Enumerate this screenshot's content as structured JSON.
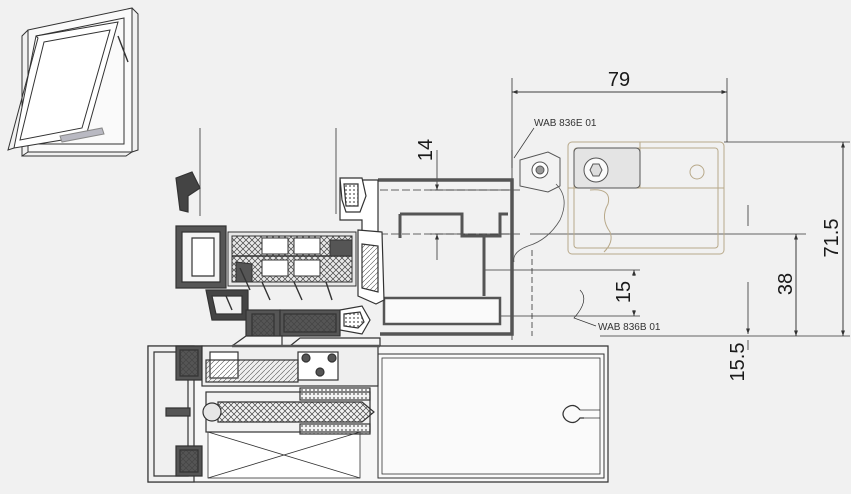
{
  "diagram": {
    "dimensions": {
      "width_top": "79",
      "gap_14": "14",
      "offset_15": "15",
      "offset_15_5": "15.5",
      "height_38": "38",
      "height_71_5": "71.5"
    },
    "callouts": {
      "top": "WAB 836E 01",
      "bottom": "WAB 836B 01"
    },
    "colors": {
      "background": "#f1f1f1",
      "stroke": "#333333",
      "dark_profile": "#555555",
      "insulation": "#9a9a9a",
      "bracket": "#b8a98a",
      "hatch": "#6b6b6b"
    },
    "icons": {
      "thumbnail": "top-hung-window-icon",
      "screw": "screw-icon"
    }
  }
}
